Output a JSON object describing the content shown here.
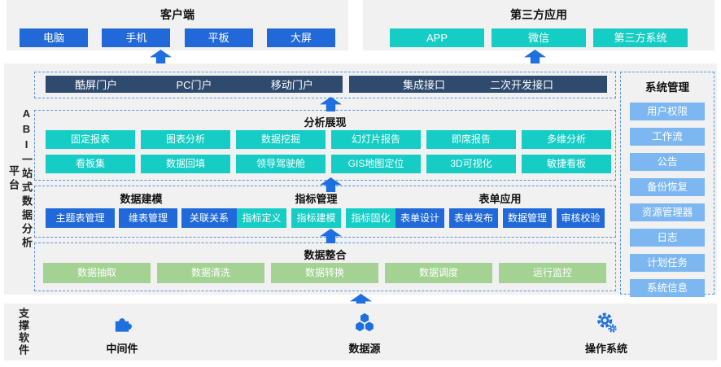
{
  "client": {
    "title": "客户端",
    "items": [
      "电脑",
      "手机",
      "平板",
      "大屏"
    ]
  },
  "third_party": {
    "title": "第三方应用",
    "items": [
      "APP",
      "微信",
      "第三方系统"
    ]
  },
  "platform": {
    "side_title_main": "ABI一站式数据分析",
    "side_title_sub": "平台",
    "portals": {
      "bar1": [
        "酷屏门户",
        "PC门户",
        "移动门户"
      ],
      "bar2": [
        "集成接口",
        "二次开发接口"
      ]
    },
    "analysis": {
      "title": "分析展现",
      "row1": [
        "固定报表",
        "图表分析",
        "数据挖掘",
        "幻灯片报告",
        "即席报告",
        "多维分析"
      ],
      "row2": [
        "看板集",
        "数据回填",
        "领导驾驶舱",
        "GIS地图定位",
        "3D可视化",
        "敏捷看板"
      ]
    },
    "modeling": {
      "title": "数据建模",
      "items": [
        "主题表管理",
        "维表管理",
        "关联关系"
      ]
    },
    "indicators": {
      "title": "指标管理",
      "items": [
        "指标定义",
        "指标建模",
        "指标固化"
      ]
    },
    "forms": {
      "title": "表单应用",
      "items": [
        "表单设计",
        "表单发布",
        "数据管理",
        "审核校验"
      ]
    },
    "integration": {
      "title": "数据整合",
      "items": [
        "数据抽取",
        "数据清洗",
        "数据转换",
        "数据调度",
        "运行监控"
      ]
    },
    "system": {
      "title": "系统管理",
      "items": [
        "用户权限",
        "工作流",
        "公告",
        "备份恢复",
        "资源管理器",
        "日志",
        "计划任务",
        "系统信息"
      ]
    }
  },
  "support": {
    "title": "支撑软件",
    "items": [
      {
        "label": "中间件",
        "icon": "puzzle-icon"
      },
      {
        "label": "数据源",
        "icon": "hexagon-cluster-icon"
      },
      {
        "label": "操作系统",
        "icon": "gears-icon"
      }
    ]
  },
  "colors": {
    "blue": "#2169d8",
    "teal": "#15cdc5",
    "navy": "#2e4a6d",
    "light_blue": "#7db7f1",
    "green": "#a3d293",
    "band_bg": "#f1f1f2",
    "dashed_border": "#5b93d8",
    "arrow": "#1e6fe0"
  }
}
